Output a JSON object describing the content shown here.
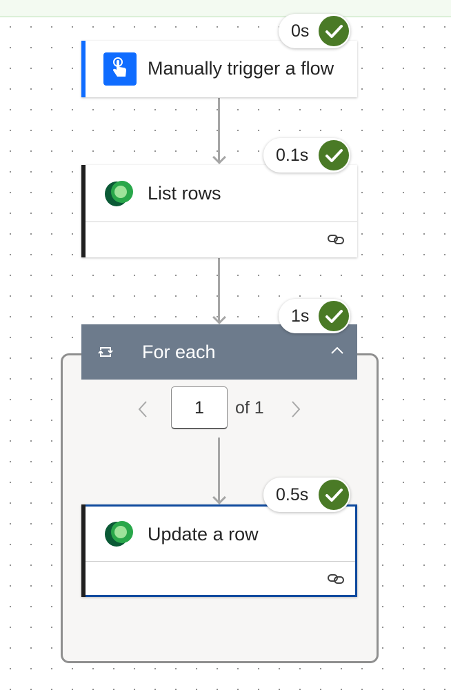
{
  "flow": {
    "trigger": {
      "title": "Manually trigger a flow",
      "duration": "0s",
      "accent_color": "#0f6cff",
      "icon": "touch-hand-icon"
    },
    "list_rows": {
      "title": "List rows",
      "duration": "0.1s",
      "accent_color": "#1f1f1f",
      "icon": "dataverse-icon"
    },
    "for_each": {
      "title": "For each",
      "duration": "1s",
      "header_color": "#6d7b8c",
      "icon": "loop-icon",
      "collapse_icon": "chevron-up-icon",
      "pager": {
        "current": "1",
        "of_label": "of 1"
      }
    },
    "update_row": {
      "title": "Update a row",
      "duration": "0.5s",
      "accent_color": "#0f4a9e",
      "icon": "dataverse-icon"
    }
  },
  "status": {
    "success_color": "#4a7a26",
    "icon": "check-icon"
  }
}
